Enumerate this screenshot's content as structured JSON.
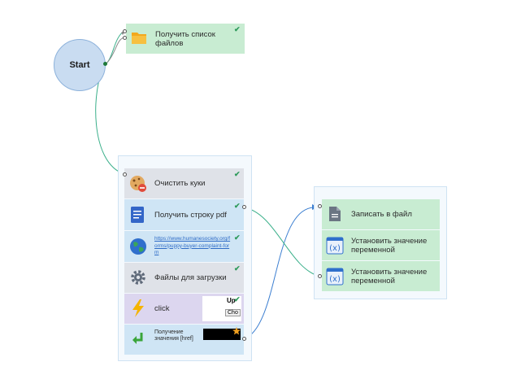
{
  "start": {
    "label": "Start"
  },
  "top_block": {
    "label": "Получить список файлов"
  },
  "left_group": {
    "items": [
      {
        "label": "Очистить куки",
        "icon": "cookie-icon"
      },
      {
        "label": "Получить строку pdf",
        "icon": "document-icon"
      },
      {
        "label": "https://www.humanesociety.org/forms/puppy-buyer-complaint-form",
        "icon": "globe-icon"
      },
      {
        "label": "Файлы для загрузки",
        "icon": "gear-icon"
      },
      {
        "label": "click",
        "icon": "lightning-icon",
        "thumb_text_1": "Up",
        "thumb_text_2": "Cho"
      },
      {
        "label": "Получение значения [href]",
        "icon": "return-arrow-icon"
      }
    ]
  },
  "right_group": {
    "items": [
      {
        "label": "Записать в файл",
        "icon": "file-icon"
      },
      {
        "label": "Установить значение переменной",
        "icon": "variable-icon"
      },
      {
        "label": "Установить значение переменной",
        "icon": "variable-icon"
      }
    ]
  },
  "colors": {
    "green_block": "#c8ecd2",
    "gray_block": "#dfe2e8",
    "blue_block": "#cfe5f5",
    "purple_block": "#dcd6ef",
    "link_line": "#3aaf8a"
  }
}
